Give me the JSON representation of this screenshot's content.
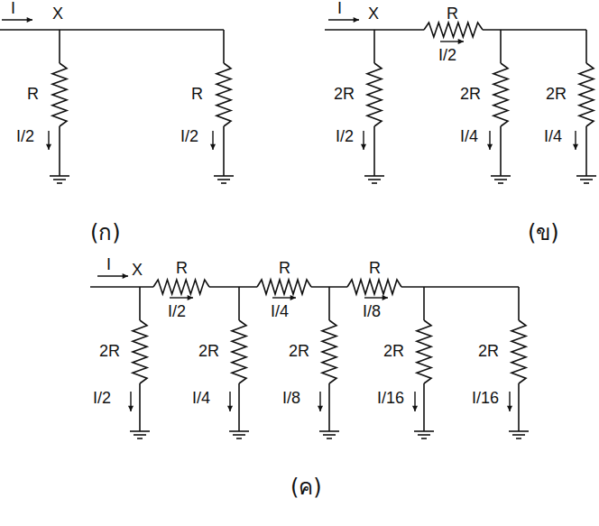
{
  "diagram": {
    "labels": [
      "I",
      "X",
      "R",
      "I/2",
      "R",
      "I/2",
      "(ก)",
      "I",
      "X",
      "R",
      "I/2",
      "2R",
      "I/2",
      "2R",
      "I/4",
      "2R",
      "I/4",
      "(ข)",
      "I",
      "X",
      "R",
      "R",
      "R",
      "I/2",
      "I/4",
      "I/8",
      "2R",
      "I/2",
      "2R",
      "I/4",
      "2R",
      "I/8",
      "2R",
      "I/16",
      "2R",
      "I/16",
      "(ค)"
    ]
  }
}
